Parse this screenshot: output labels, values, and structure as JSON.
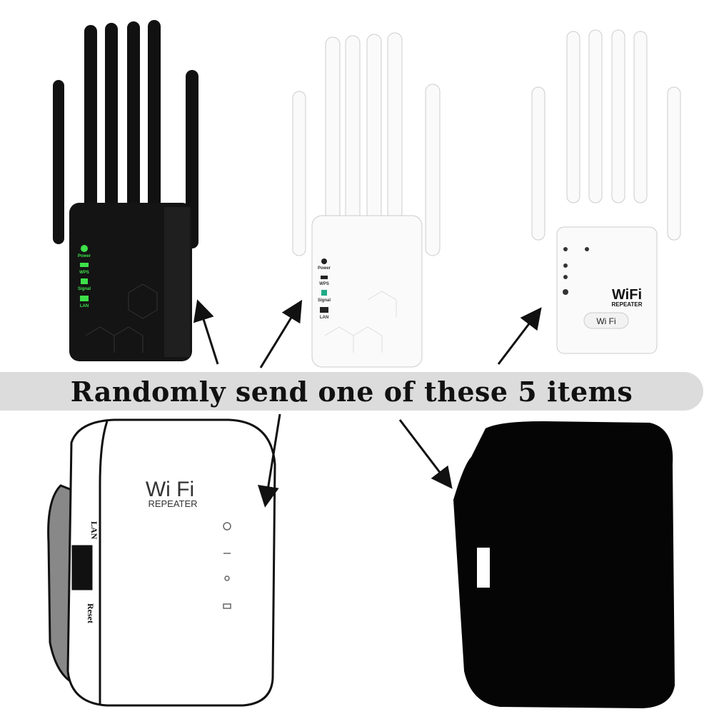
{
  "banner": {
    "text": "Randomly send one of these 5 items"
  },
  "items": [
    {
      "color": "black",
      "leds": [
        "Power",
        "WPS",
        "Signal",
        "LAN"
      ]
    },
    {
      "color": "white",
      "leds": [
        "Power",
        "WPS",
        "Signal",
        "LAN"
      ]
    },
    {
      "color": "white",
      "logo": "WiFi",
      "sub": "REPEATER",
      "badge": "Wi Fi"
    },
    {
      "color": "white",
      "logo": "Wi Fi",
      "sub": "REPEATER",
      "side_labels": [
        "LAN",
        "Reset"
      ]
    },
    {
      "color": "black"
    }
  ],
  "colors": {
    "led": "#3ee04a",
    "banner": "#dcdcdc"
  }
}
